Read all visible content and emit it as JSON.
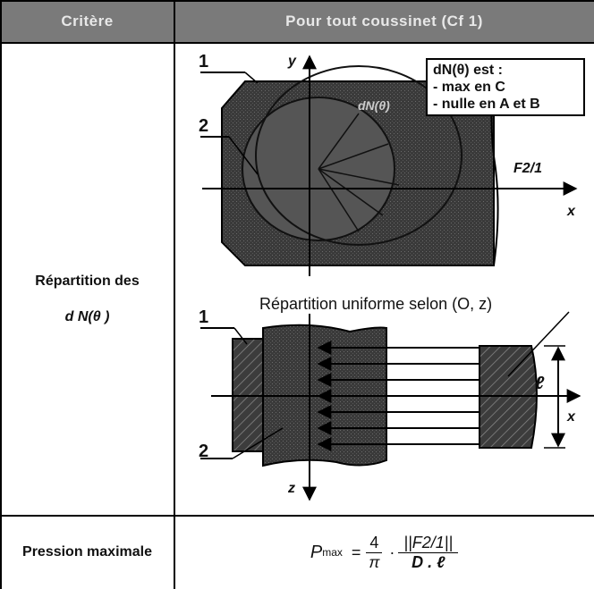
{
  "header": {
    "col1": "Critère",
    "col2": "Pour tout coussinet (Cf 1)"
  },
  "rows": [
    {
      "criterion_line1": "Répartition des",
      "criterion_line2": "d N(θ )",
      "figure": {
        "top": {
          "label_1": "1",
          "label_2": "2",
          "y_axis": "y",
          "x_axis": "x",
          "force": "F2/1",
          "dN": "dN(θ)",
          "note_title": "dN(θ) est :",
          "note_line1": "- max en C",
          "note_line2": "- nulle en A et B"
        },
        "bottom": {
          "caption": "Répartition uniforme selon (O, z)",
          "label_1": "1",
          "label_2": "2",
          "z_axis": "z",
          "x_axis": "x",
          "length": "ℓ"
        }
      }
    },
    {
      "criterion": "Pression maximale",
      "formula": {
        "lhs": "P",
        "lhs_sub": "max",
        "eq": "=",
        "coef_num": "4",
        "coef_den": "π",
        "dot": "·",
        "num": "||F2/1||",
        "den": "D . ℓ"
      }
    }
  ]
}
